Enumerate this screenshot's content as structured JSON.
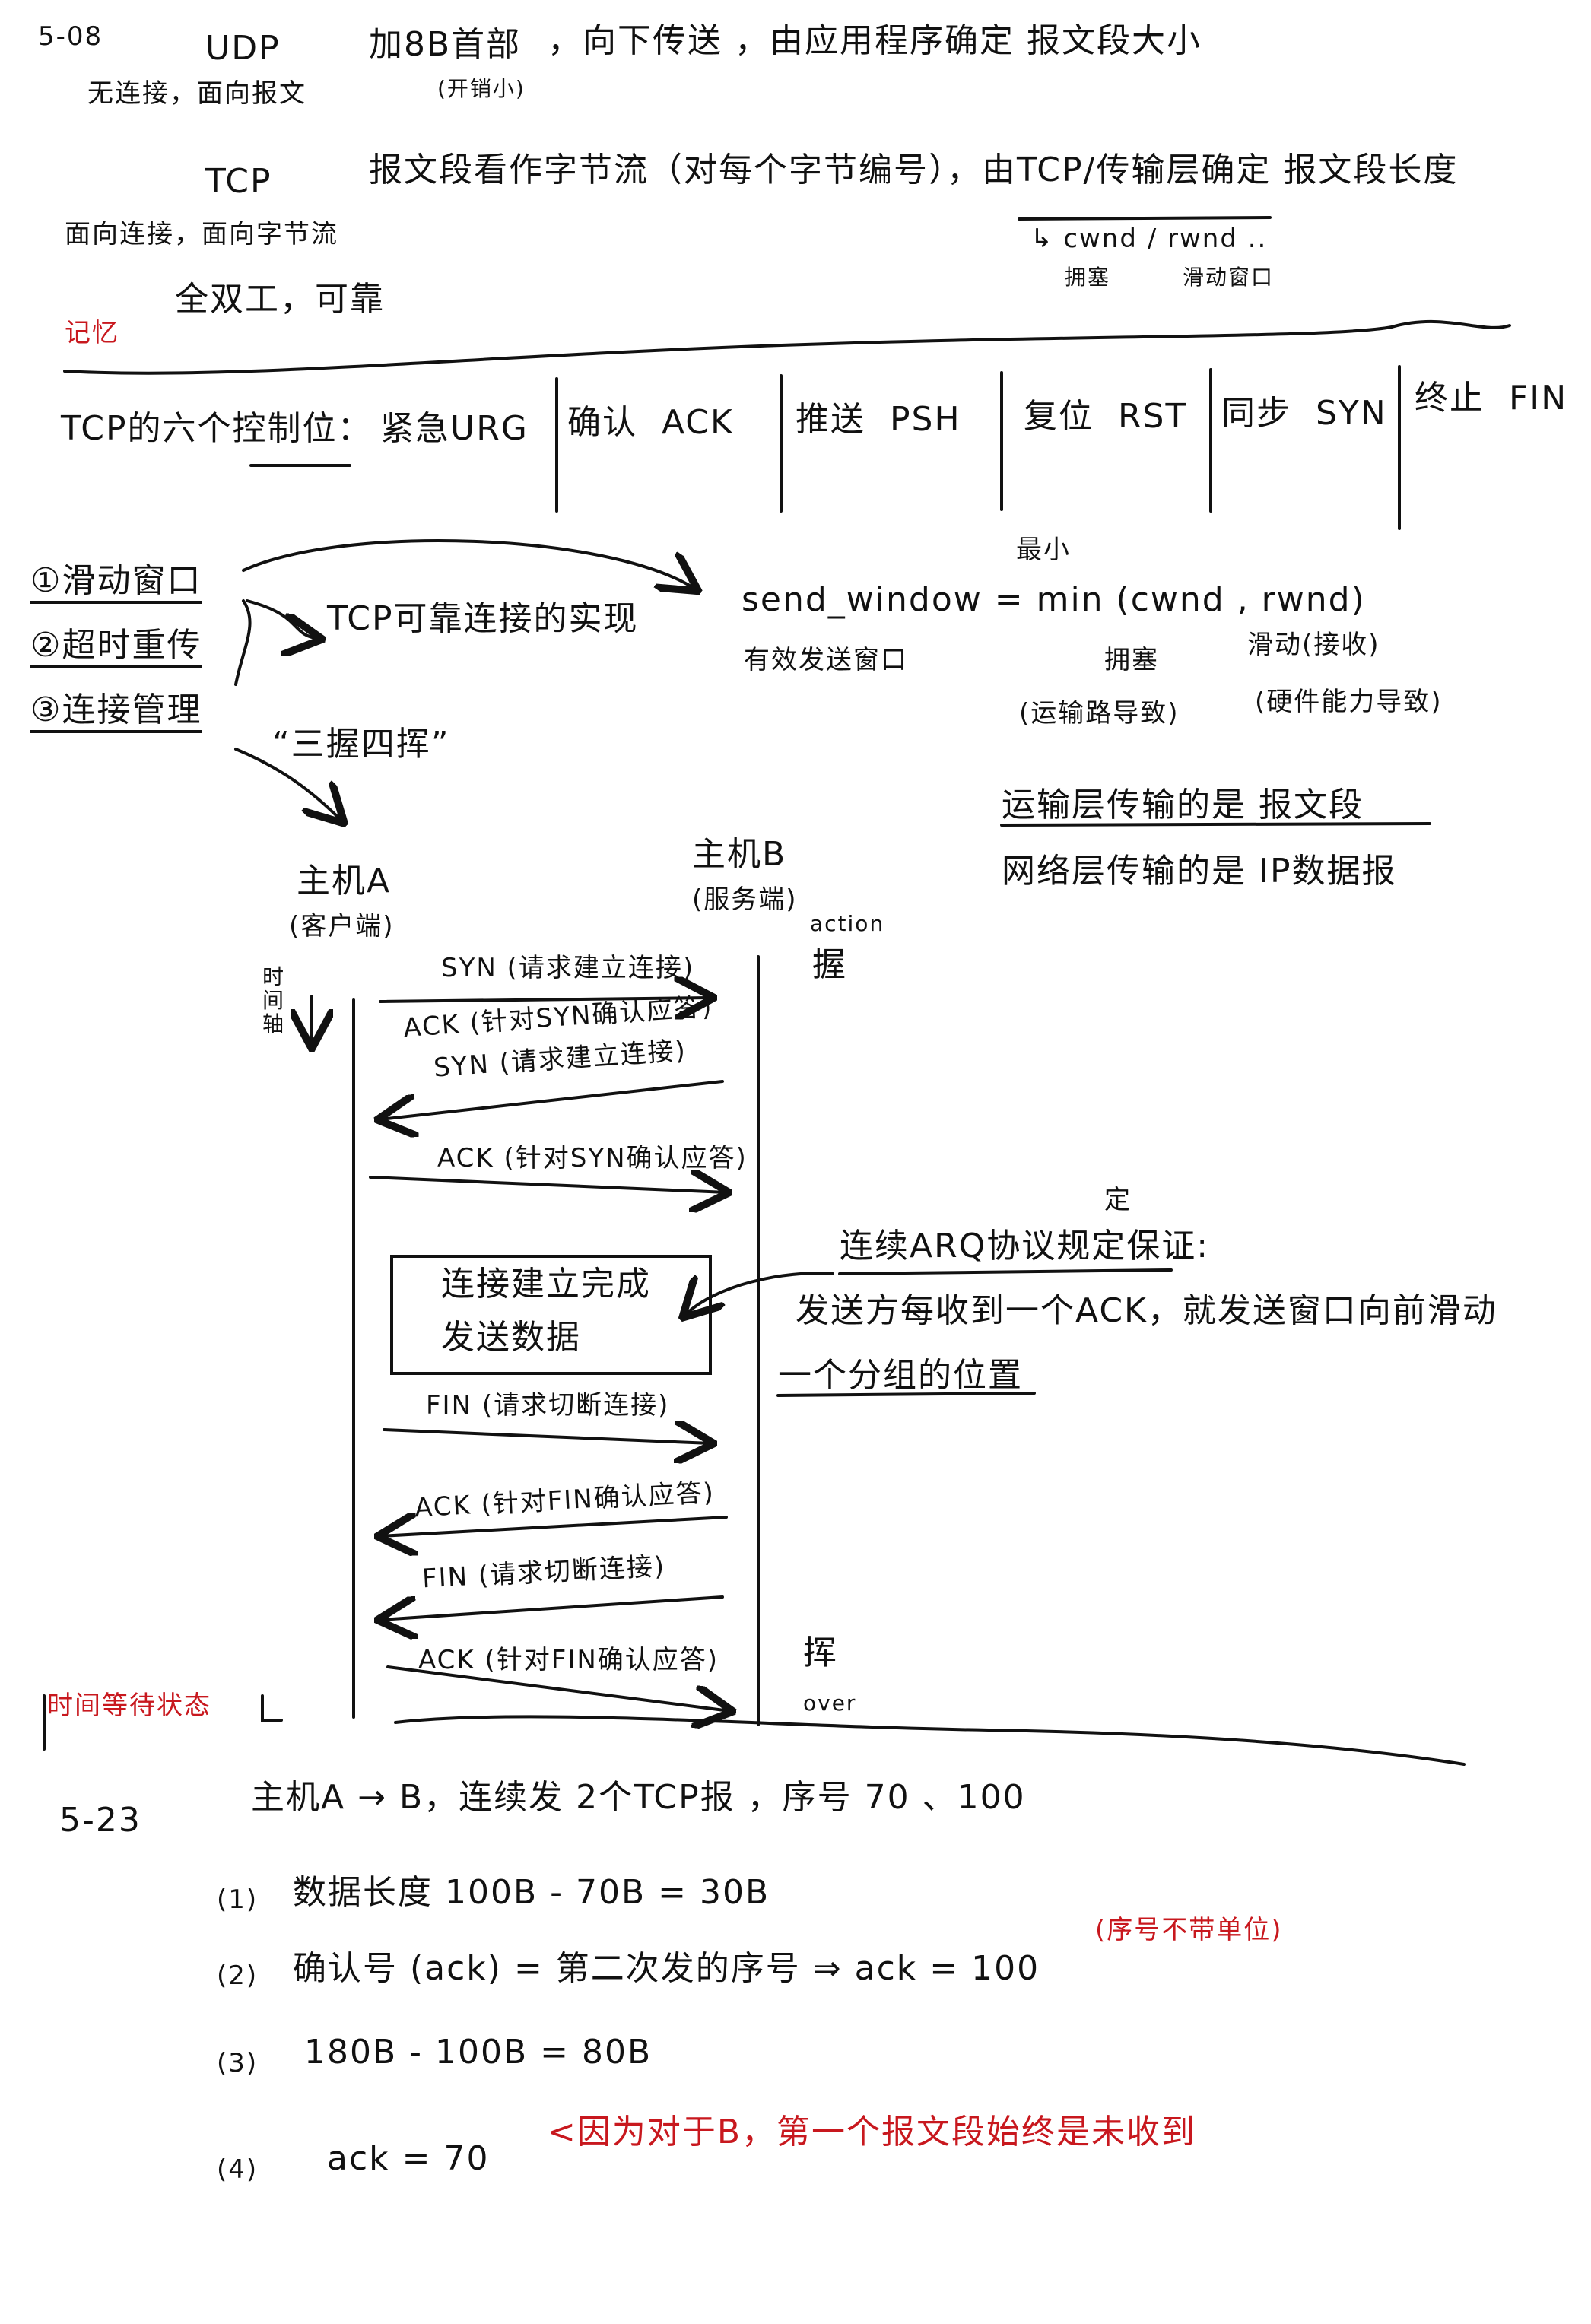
{
  "section_508": {
    "number": "5-08",
    "udp": {
      "name": "UDP",
      "desc1": "加8B首部",
      "desc1_note": "(开销小)",
      "desc2": "，向下传送 ，由应用程序确定 报文段大小",
      "traits": "无连接，面向报文"
    },
    "tcp": {
      "name": "TCP",
      "desc": "报文段看作字节流（对每个字节编号），由TCP/传输层确定 报文段长度",
      "windows": "↳ cwnd / rwnd ..",
      "cwnd_note": "拥塞",
      "rwnd_note": "滑动窗口",
      "traits1": "面向连接，面向字节流",
      "traits2": "全双工，可靠",
      "memo": "记忆"
    }
  },
  "control_flags": {
    "title": "TCP的六个控制位：",
    "flags": [
      {
        "cn": "紧急",
        "en": "URG"
      },
      {
        "cn": "确认",
        "en": "ACK"
      },
      {
        "cn": "推送",
        "en": "PSH"
      },
      {
        "cn": "复位",
        "en": "RST"
      },
      {
        "cn": "同步",
        "en": "SYN"
      },
      {
        "cn": "终止",
        "en": "FIN"
      }
    ]
  },
  "reliability": {
    "items": [
      "①滑动窗口",
      "②超时重传",
      "③连接管理"
    ],
    "summary": "TCP可靠连接的实现",
    "handshake": "“三握四挥”",
    "formula": "send_window = min (cwnd , rwnd)",
    "min_note": "最小",
    "formula_note": "有效发送窗口",
    "cwnd_note": "拥塞",
    "cwnd_cause": "(运输路导致)",
    "rwnd_note": "滑动(接收)",
    "rwnd_cause": "(硬件能力导致)",
    "layer1": "运输层传输的是 报文段",
    "layer2": "网络层传输的是 IP数据报"
  },
  "handshake_diagram": {
    "host_a": "主机A",
    "host_a_role": "(客户端)",
    "host_b": "主机B",
    "host_b_role": "(服务端)",
    "time_axis": "时间轴",
    "action": "action",
    "shake": "握",
    "wave": "挥",
    "over": "over",
    "messages": [
      "SYN (请求建立连接)",
      "ACK (针对SYN确认应答)",
      "SYN (请求建立连接)",
      "ACK (针对SYN确认应答)",
      "FIN (请求切断连接)",
      "ACK (针对FIN确认应答)",
      "FIN (请求切断连接)",
      "ACK (针对FIN确认应答)"
    ],
    "box_line1": "连接建立完成",
    "box_line2": "发送数据",
    "time_wait": "时间等待状态",
    "arq_title": "连续ARQ协议规定保证:",
    "arq_correction": "定",
    "arq_line1": "发送方每收到一个ACK，就发送窗口向前滑动",
    "arq_line2": "一个分组的位置"
  },
  "section_523": {
    "number": "5-23",
    "problem": "主机A → B，连续发 2个TCP报 ，序号 70 、100",
    "answers": [
      {
        "label": "(1)",
        "text": "数据长度 100B - 70B = 30B"
      },
      {
        "label": "(2)",
        "text": "确认号 (ack) = 第二次发的序号 ⇒ ack = 100",
        "note": "(序号不带单位)"
      },
      {
        "label": "(3)",
        "text": "180B - 100B = 80B"
      },
      {
        "label": "(4)",
        "text": "ack = 70",
        "note": "<因为对于B，第一个报文段始终是未收到"
      }
    ]
  }
}
